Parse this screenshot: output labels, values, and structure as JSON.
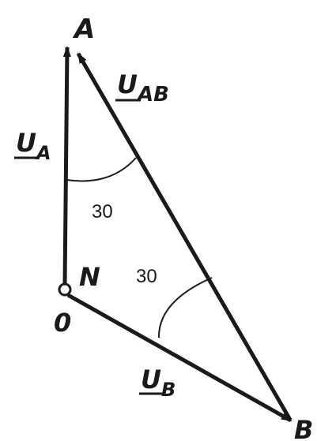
{
  "points": {
    "A": "A",
    "B": "B",
    "N": "N",
    "O": "0"
  },
  "vectors": {
    "ua": {
      "base": "U",
      "sub": "A"
    },
    "uab": {
      "base": "U",
      "sub": "AB"
    },
    "ub": {
      "base": "U",
      "sub": "B"
    }
  },
  "angles": {
    "top": "30",
    "bottom": "30"
  },
  "colors": {
    "ink": "#1a1a1a",
    "background": "#ffffff"
  }
}
